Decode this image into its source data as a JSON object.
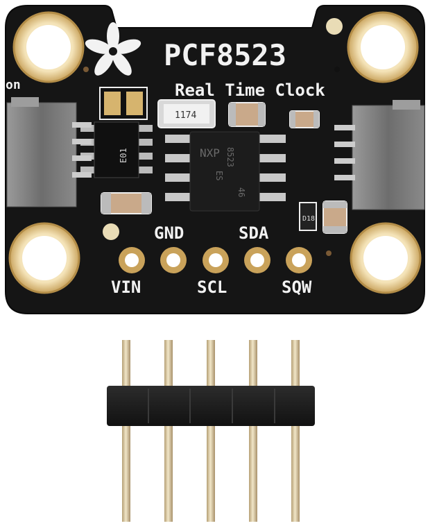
{
  "board": {
    "title": "PCF8523",
    "subtitle": "Real Time Clock",
    "edge_label": "on",
    "pins_top": [
      "GND",
      "SDA"
    ],
    "pins_bottom": [
      "VIN",
      "SCL",
      "SQW"
    ],
    "chip_text": [
      "NXP",
      "8523",
      "ES",
      "46"
    ],
    "crystal_text": "1174",
    "small_ic_text": "E01",
    "diode_text": "D18"
  },
  "colors": {
    "pcb": "#151515",
    "silkscreen": "#f2f2f2",
    "gold": "#c9a25a",
    "header_plastic": "#1a1a1a",
    "header_pin": "#d9c7a0"
  },
  "icons": [
    "adafruit-flower-logo"
  ]
}
